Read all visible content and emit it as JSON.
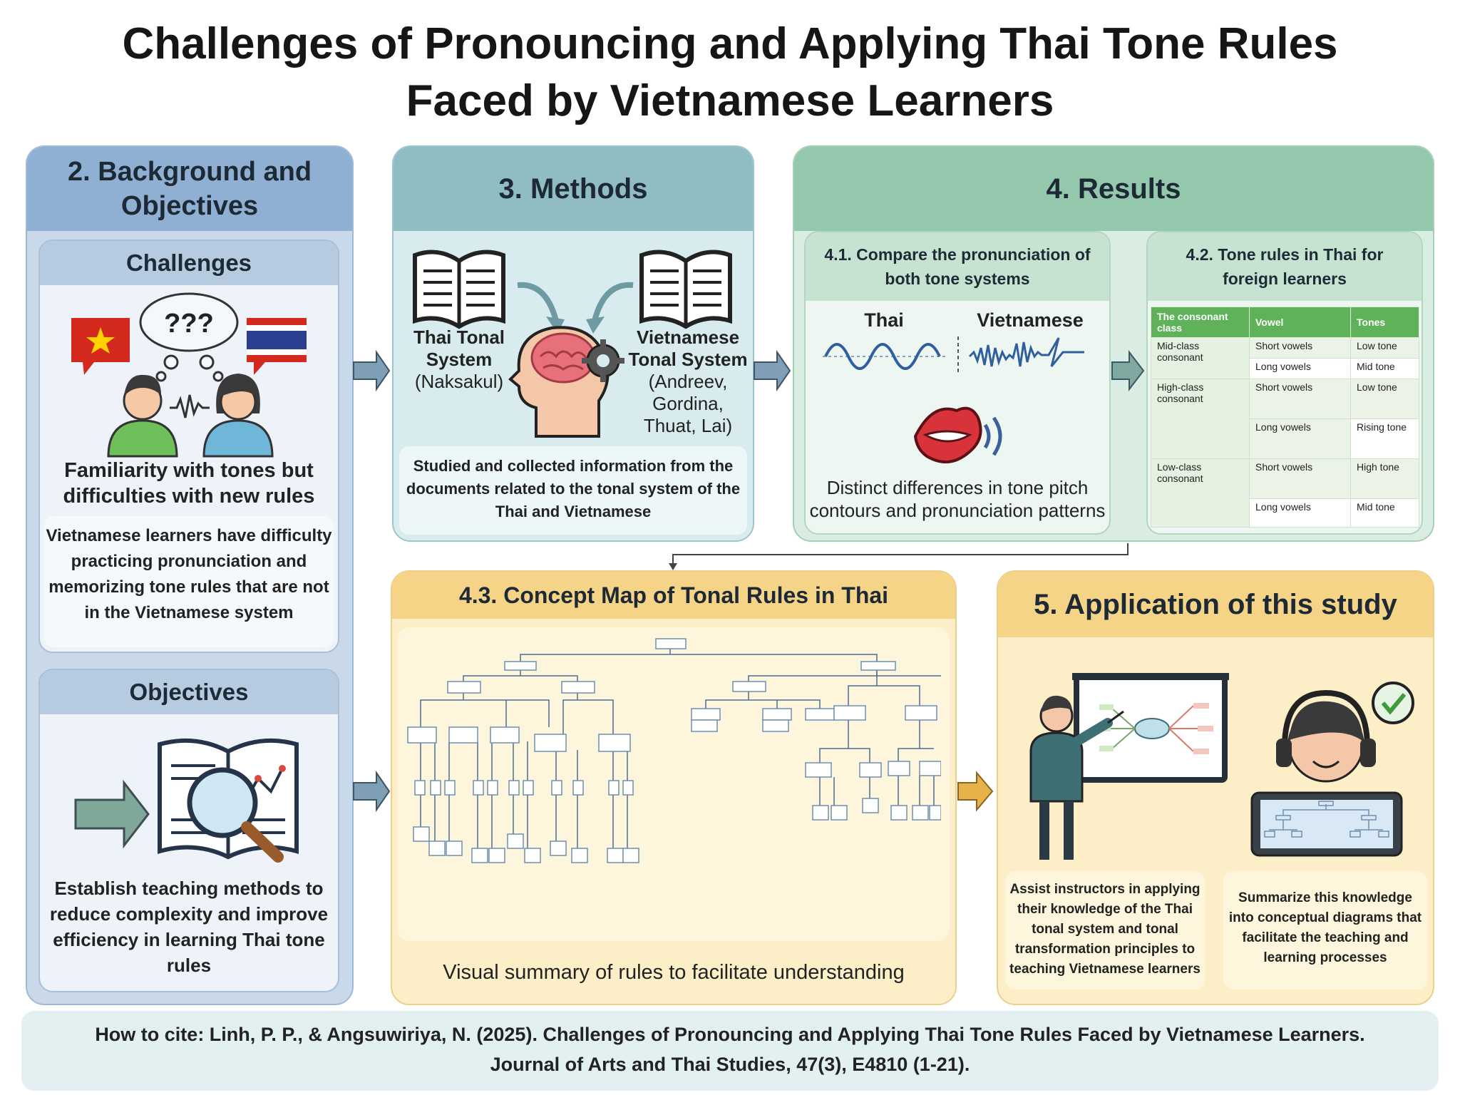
{
  "title": {
    "line1": "Challenges of Pronouncing and Applying Thai Tone Rules",
    "line2": "Faced by Vietnamese Learners"
  },
  "background": {
    "heading_l1": "2. Background and",
    "heading_l2": "Objectives",
    "challenges": {
      "heading": "Challenges",
      "bubble_text": "???",
      "caption_l1": "Familiarity with tones but",
      "caption_l2": "difficulties with new rules",
      "desc_l1": "Vietnamese learners have difficulty",
      "desc_l2": "practicing pronunciation and",
      "desc_l3": "memorizing tone rules that are not",
      "desc_l4": "in the Vietnamese system"
    },
    "objectives": {
      "heading": "Objectives",
      "desc_l1": "Establish teaching methods to",
      "desc_l2": "reduce complexity and improve",
      "desc_l3": "efficiency in learning Thai tone",
      "desc_l4": "rules"
    }
  },
  "methods": {
    "heading": "3. Methods",
    "thai_l1": "Thai Tonal",
    "thai_l2": "System",
    "thai_l3": "(Naksakul)",
    "viet_l1": "Vietnamese",
    "viet_l2": "Tonal System",
    "viet_l3": "(Andreev,",
    "viet_l4": "Gordina,",
    "viet_l5": "Thuat, Lai)",
    "desc_l1": "Studied and collected information from the",
    "desc_l2": "documents related to the tonal system of the",
    "desc_l3": "Thai and Vietnamese"
  },
  "results": {
    "heading": "4. Results",
    "compare": {
      "heading_l1": "4.1. Compare the pronunciation of",
      "heading_l2": "both tone systems",
      "thai_label": "Thai",
      "viet_label": "Vietnamese",
      "desc_l1": "Distinct differences in tone pitch",
      "desc_l2": "contours and pronunciation patterns"
    },
    "rules": {
      "heading_l1": "4.2. Tone rules in Thai for",
      "heading_l2": "foreign learners",
      "col_class": "The consonant class",
      "col_vowel": "Vowel",
      "col_tones": "Tones",
      "rows": [
        {
          "cls_l1": "Mid-class",
          "cls_l2": "consonant",
          "v1": "Short vowels",
          "t1": "Low tone",
          "v2": "Long vowels",
          "t2": "Mid tone"
        },
        {
          "cls_l1": "High-class",
          "cls_l2": "consonant",
          "v1": "Short vowels",
          "t1": "Low tone",
          "v2": "Long vowels",
          "t2": "Rising tone"
        },
        {
          "cls_l1": "Low-class",
          "cls_l2": "consonant",
          "v1": "Short vowels",
          "t1": "High tone",
          "v2": "Long vowels",
          "t2": "Mid tone"
        }
      ]
    }
  },
  "concept_map": {
    "heading": "4.3. Concept Map of Tonal Rules in Thai",
    "caption": "Visual summary of rules to facilitate understanding"
  },
  "application": {
    "heading": "5. Application of this study",
    "left_l1": "Assist instructors in applying",
    "left_l2": "their knowledge of the Thai",
    "left_l3": "tonal system and tonal",
    "left_l4": "transformation principles to",
    "left_l5": "teaching Vietnamese learners",
    "right_l1": "Summarize this knowledge",
    "right_l2": "into conceptual diagrams that",
    "right_l3": "facilitate the teaching and",
    "right_l4": "learning processes"
  },
  "citation": {
    "line1": "How to cite: Linh, P. P., & Angsuwiriya, N. (2025). Challenges of Pronouncing and Applying Thai Tone Rules Faced by Vietnamese Learners.",
    "line2": "Journal of Arts and Thai Studies, 47(3), E4810 (1-21)."
  },
  "colors": {
    "blue_panel": "#c9d9ea",
    "blue_head": "#8fb0d2",
    "teal_panel": "#d8ecef",
    "teal_head": "#8fbdc3",
    "green_panel": "#d9ede2",
    "green_head": "#94c8ad",
    "yellow_panel": "#fcefc8",
    "yellow_head": "#f5d487",
    "table_header": "#5fb25a",
    "arrow": "#6f8fa6"
  }
}
